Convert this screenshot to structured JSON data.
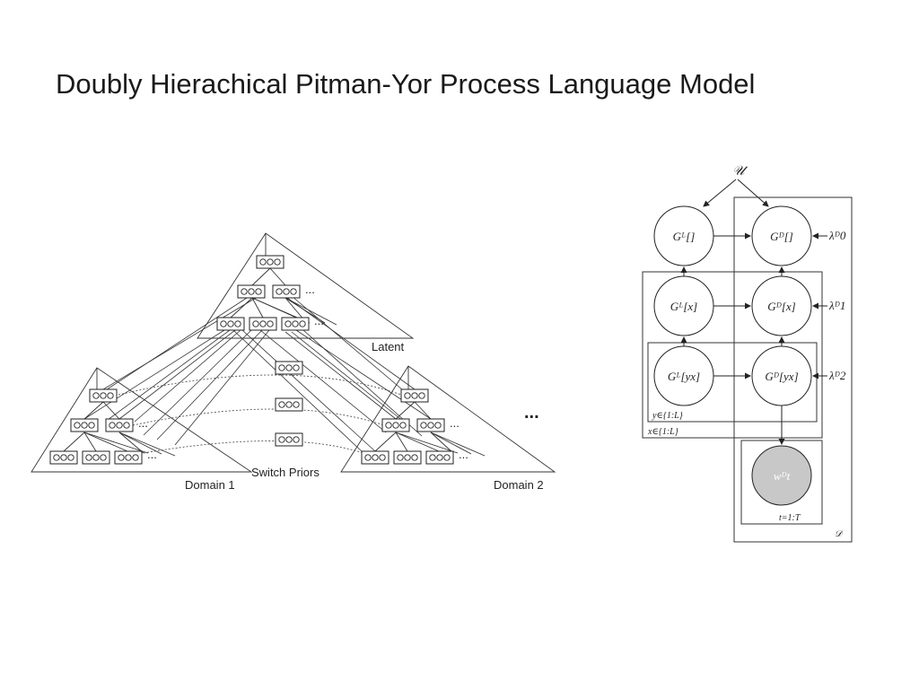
{
  "slide": {
    "title": "Doubly Hierachical Pitman-Yor Process Language Model"
  },
  "left_diagram": {
    "latent_label": "Latent",
    "switch_priors_label": "Switch Priors",
    "domain1_label": "Domain 1",
    "domain2_label": "Domain 2",
    "node_symbol": "ooo",
    "ellipsis": "...",
    "more_domains": "..."
  },
  "right_diagram": {
    "base_measure": "𝒰",
    "nodes": {
      "gl0": "Gᴸ[]",
      "gd0": "Gᴰ[]",
      "gl1": "Gᴸ[x]",
      "gd1": "Gᴰ[x]",
      "gl2": "Gᴸ[yx]",
      "gd2": "Gᴰ[yx]",
      "w": "wᴰt"
    },
    "lambdas": {
      "l0": "λᴰ0",
      "l1": "λᴰ1",
      "l2": "λᴰ2"
    },
    "plates": {
      "y": "y∈{1:L}",
      "x": "x∈{1:L}",
      "t": "t=1:T",
      "d": "𝒟"
    }
  }
}
